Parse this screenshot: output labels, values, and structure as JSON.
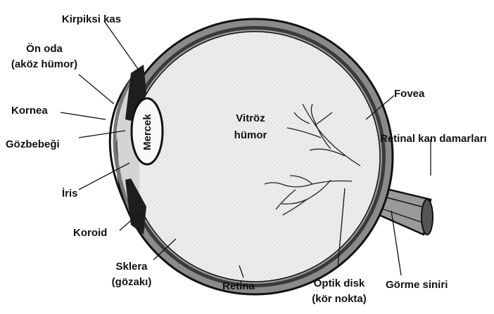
{
  "labels": {
    "kirpiksi_kas": "Kirpiksi kas",
    "on_oda": "Ön oda",
    "akoz_humor": "(aköz hümor)",
    "kornea": "Kornea",
    "gozbebegi": "Gözbebeği",
    "iris": "İris",
    "koroid": "Koroid",
    "sklera": "Sklera",
    "gozaki": "(gözakı)",
    "retina": "Retina",
    "optik_disk": "Optik disk",
    "kor_nokta": "(kör nokta)",
    "gorme_siniri": "Görme siniri",
    "retinal_kan_damarlari": "Retinal kan damarları",
    "fovea": "Fovea",
    "vitroz": "Vitröz",
    "humor": "hümor",
    "mercek": "Mercek"
  }
}
